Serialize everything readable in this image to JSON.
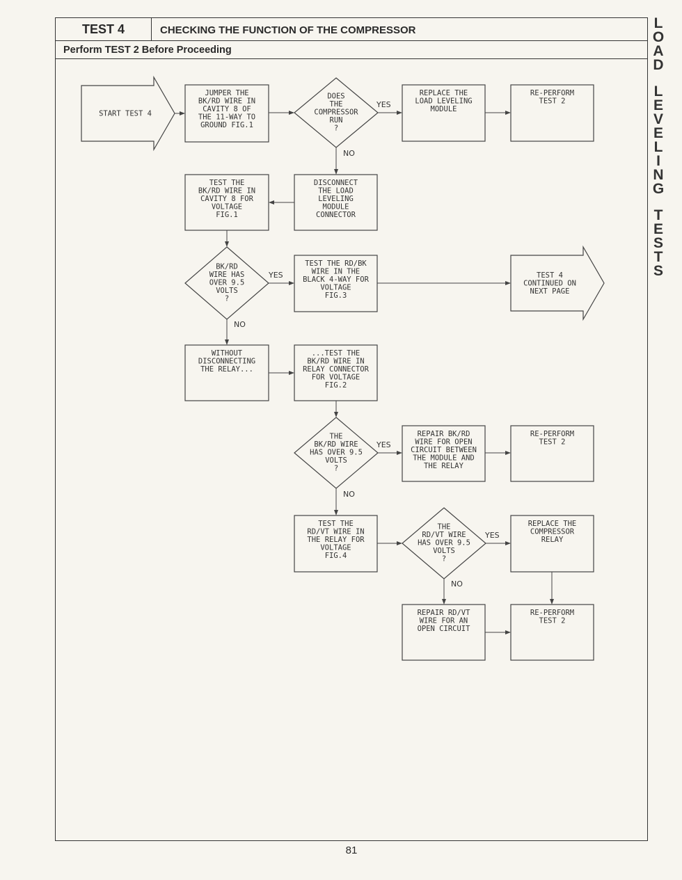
{
  "header": {
    "test_label": "TEST 4",
    "title": "CHECKING THE FUNCTION OF THE COMPRESSOR",
    "subtitle": "Perform TEST 2 Before Proceeding"
  },
  "side_label": [
    "LOAD",
    "LEVELING",
    "TESTS"
  ],
  "page_number": "81",
  "flow": {
    "start": [
      "START TEST 4"
    ],
    "jumper": [
      "JUMPER THE",
      "BK/RD WIRE IN",
      "CAVITY 8 OF",
      "THE 11-WAY TO",
      "GROUND FIG.1"
    ],
    "q_run": [
      "DOES",
      "THE",
      "COMPRESSOR",
      "RUN",
      "?"
    ],
    "replace_module": [
      "REPLACE THE",
      "LOAD LEVELING",
      "MODULE"
    ],
    "reperform_1": [
      "RE-PERFORM",
      "TEST 2"
    ],
    "disconnect": [
      "DISCONNECT",
      "THE LOAD",
      "LEVELING",
      "MODULE",
      "CONNECTOR"
    ],
    "test_bkrd_cavity": [
      "TEST THE",
      "BK/RD WIRE IN",
      "CAVITY 8 FOR",
      "VOLTAGE",
      "FIG.1"
    ],
    "q_bkrd": [
      "BK/RD",
      "WIRE HAS",
      "OVER 9.5",
      "VOLTS",
      "?"
    ],
    "test_rdbk": [
      "TEST THE RD/BK",
      "WIRE IN THE",
      "BLACK 4-WAY FOR",
      "VOLTAGE",
      "FIG.3"
    ],
    "continued": [
      "TEST 4",
      "CONTINUED ON",
      "NEXT PAGE"
    ],
    "without_disconnect": [
      "WITHOUT",
      "DISCONNECTING",
      "THE RELAY..."
    ],
    "test_relay_conn": [
      "...TEST THE",
      "BK/RD WIRE IN",
      "RELAY CONNECTOR",
      "FOR VOLTAGE",
      "FIG.2"
    ],
    "q_bkrd_relay": [
      "THE",
      "BK/RD WIRE",
      "HAS OVER 9.5",
      "VOLTS",
      "?"
    ],
    "repair_bkrd": [
      "REPAIR BK/RD",
      "WIRE FOR OPEN",
      "CIRCUIT BETWEEN",
      "THE MODULE AND",
      "THE RELAY"
    ],
    "reperform_2": [
      "RE-PERFORM",
      "TEST 2"
    ],
    "test_rdvt": [
      "TEST THE",
      "RD/VT WIRE IN",
      "THE RELAY FOR",
      "VOLTAGE",
      "FIG.4"
    ],
    "q_rdvt": [
      "THE",
      "RD/VT WIRE",
      "HAS OVER 9.5",
      "VOLTS",
      "?"
    ],
    "replace_relay": [
      "REPLACE THE",
      "COMPRESSOR",
      "RELAY"
    ],
    "repair_rdvt": [
      "REPAIR RD/VT",
      "WIRE FOR AN",
      "OPEN CIRCUIT"
    ],
    "reperform_3": [
      "RE-PERFORM",
      "TEST 2"
    ]
  },
  "edge_labels": {
    "yes": "YES",
    "no": "NO"
  }
}
